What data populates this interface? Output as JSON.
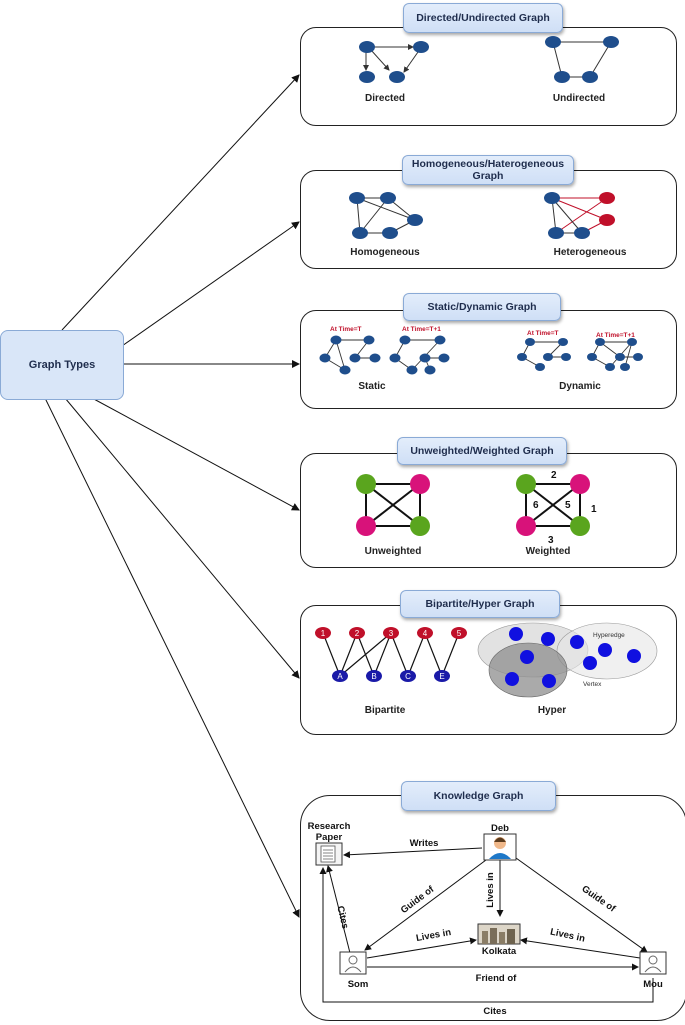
{
  "hub": {
    "label": "Graph Types"
  },
  "sections": [
    {
      "title": "Directed/Undirected Graph",
      "left": "Directed",
      "right": "Undirected"
    },
    {
      "title": "Homogeneous/Haterogeneous Graph",
      "left": "Homogeneous",
      "right": "Heterogeneous"
    },
    {
      "title": "Static/Dynamic Graph",
      "left": "Static",
      "right": "Dynamic",
      "time_labels": [
        "At Time=T",
        "At Time=T+1",
        "At Time=T",
        "At Time=T+1"
      ]
    },
    {
      "title": "Unweighted/Weighted Graph",
      "left": "Unweighted",
      "right": "Weighted",
      "weights": [
        "2",
        "6",
        "5",
        "1",
        "3"
      ]
    },
    {
      "title": "Bipartite/Hyper Graph",
      "left": "Bipartite",
      "right": "Hyper",
      "top_nodes": [
        "1",
        "2",
        "3",
        "4",
        "5"
      ],
      "bottom_nodes": [
        "A",
        "B",
        "C",
        "E"
      ],
      "hyper_labels": [
        "Hyperedge",
        "Vertex"
      ]
    },
    {
      "title": "Knowledge Graph",
      "entities": {
        "paper": "Research\nPaper",
        "deb": "Deb",
        "kolkata": "Kolkata",
        "som": "Som",
        "mou": "Mou"
      },
      "relations": {
        "writes": "Writes",
        "guide_left": "Guide of",
        "guide_right": "Guide of",
        "lives_deb": "Lives in",
        "lives_som": "Lives in",
        "lives_mou": "Lives in",
        "cites_som": "Cites",
        "friend": "Friend of",
        "cites_bottom": "Cites"
      }
    }
  ],
  "colors": {
    "node_blue": "#1f4e8c",
    "node_red": "#c0102a",
    "node_green": "#5aa51e",
    "node_pink": "#d8127a",
    "time_red": "#c0102a",
    "hyper_blue": "#1010e0"
  }
}
